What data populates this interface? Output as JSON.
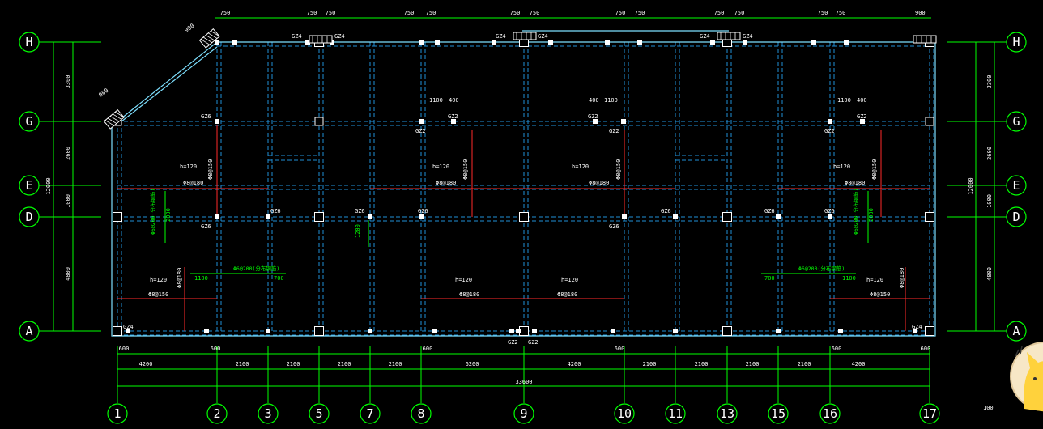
{
  "axes": {
    "columns": [
      "1",
      "2",
      "3",
      "5",
      "7",
      "8",
      "9",
      "10",
      "11",
      "13",
      "15",
      "16",
      "17"
    ],
    "rows": [
      "H",
      "G",
      "E",
      "D",
      "A"
    ]
  },
  "dims": {
    "bottom_segments": [
      "4200",
      "2100",
      "2100",
      "2100",
      "2100",
      "6200",
      "4200",
      "2100",
      "2100",
      "2100",
      "2100",
      "4200"
    ],
    "bottom_total": "33600",
    "left_segments": [
      "3300",
      "2600",
      "1000",
      "4800"
    ],
    "left_total": "12000",
    "right_segments": [
      "3300",
      "2600",
      "1000",
      "4800"
    ],
    "right_total": "12000",
    "top_offsets": [
      "750",
      "750",
      "750",
      "750",
      "750",
      "750",
      "750",
      "750",
      "750",
      "750",
      "750",
      "750",
      "750"
    ],
    "top_right": "900",
    "diag_top": "900",
    "diag_left": "900",
    "offset_600": "600",
    "small_1100": "1100",
    "small_400": "400",
    "small_700": "700",
    "small_1200": "1200",
    "small_2000": "2000",
    "small_100": "100"
  },
  "labels": {
    "gz4": "GZ4",
    "gz6": "GZ6",
    "gz2": "GZ2",
    "h120": "h=120",
    "rebar_150": "Φ8@150",
    "rebar_180": "Φ8@180",
    "dist_rebar": "Φ6@200(分布钢筋)"
  },
  "colors": {
    "background": "#000000",
    "axis": "#00ff00",
    "grid": "#1f8fd6",
    "wall": "#7ee0ff",
    "rebar": "#ff2a2a",
    "text": "#ffffff",
    "note": "#00ff00"
  },
  "watermark_icon": "cat-mascot-icon"
}
